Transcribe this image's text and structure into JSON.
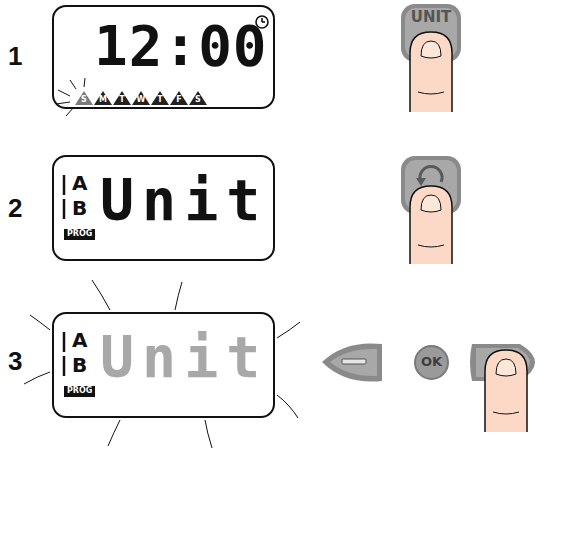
{
  "diagram": {
    "nodes": [
      {
        "text": [
          "12:00"
        ]
      },
      {
        "text": [
          "UNIT"
        ]
      },
      {
        "text": [
          "A",
          "B",
          "PROG",
          "Unit"
        ]
      },
      {
        "text": [
          "A",
          "B",
          "PROG",
          "Unit"
        ]
      },
      {
        "text": [
          "OK"
        ]
      }
    ],
    "labels": [
      "1",
      "2",
      "3",
      "S",
      "M",
      "T",
      "W",
      "T",
      "F",
      "S"
    ]
  }
}
